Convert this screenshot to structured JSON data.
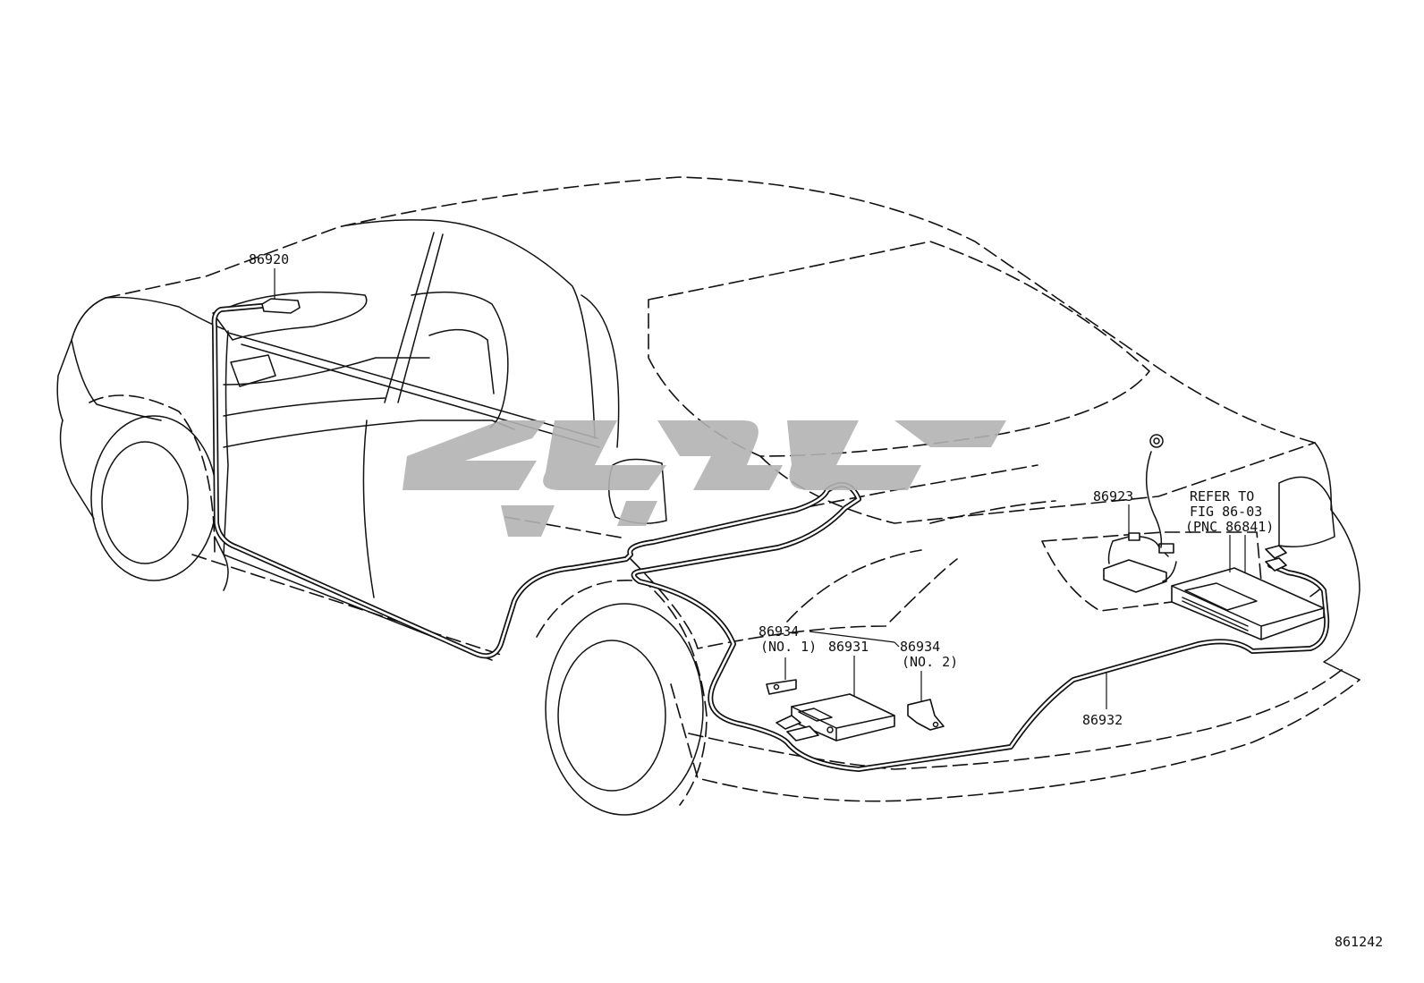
{
  "diagram": {
    "figure_number": "861242",
    "labels": {
      "p86920": "86920",
      "p86923": "86923",
      "refer_line1": "REFER TO",
      "refer_line2": "FIG 86-03",
      "refer_line3": "(PNC 86841)",
      "p86934_no1": "86934",
      "no1": "(NO. 1)",
      "p86931": "86931",
      "p86934_no2": "86934",
      "no2": "(NO. 2)",
      "p86932": "86932"
    }
  }
}
